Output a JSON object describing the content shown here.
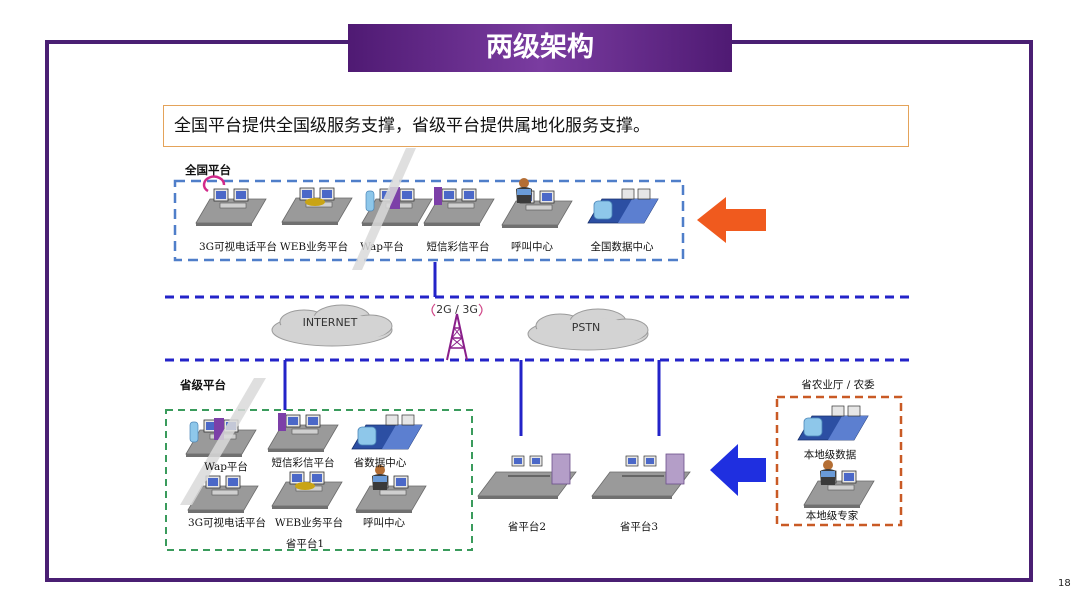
{
  "slide": {
    "title": "两级架构",
    "subtitle": "全国平台提供全国级服务支撑，省级平台提供属地化服务支撑。",
    "page_number": "18"
  },
  "national": {
    "header": "全国平台",
    "items": [
      "3G可视电话平台",
      "WEB业务平台",
      "Wap平台",
      "短信彩信平台",
      "呼叫中心",
      "全国数据中心"
    ]
  },
  "network": {
    "internet": "INTERNET",
    "mobile": "2G / 3G",
    "pstn": "PSTN"
  },
  "provincial": {
    "header": "省级平台",
    "row1": [
      "Wap平台",
      "短信彩信平台",
      "省数据中心"
    ],
    "row2": [
      "3G可视电话平台",
      "WEB业务平台",
      "呼叫中心"
    ],
    "group_label": "省平台1",
    "others": [
      "省平台2",
      "省平台3"
    ]
  },
  "local": {
    "header": "省农业厅 / 农委",
    "items": [
      "本地级数据",
      "本地级专家"
    ]
  },
  "colors": {
    "frame": "#4a1f73",
    "national_border": "#4f7ec9",
    "provincial_border": "#3a9b5c",
    "local_border": "#c95a25",
    "network_line": "#2323c8",
    "arrow_orange": "#f05a1e",
    "arrow_blue": "#1f2fe0"
  }
}
